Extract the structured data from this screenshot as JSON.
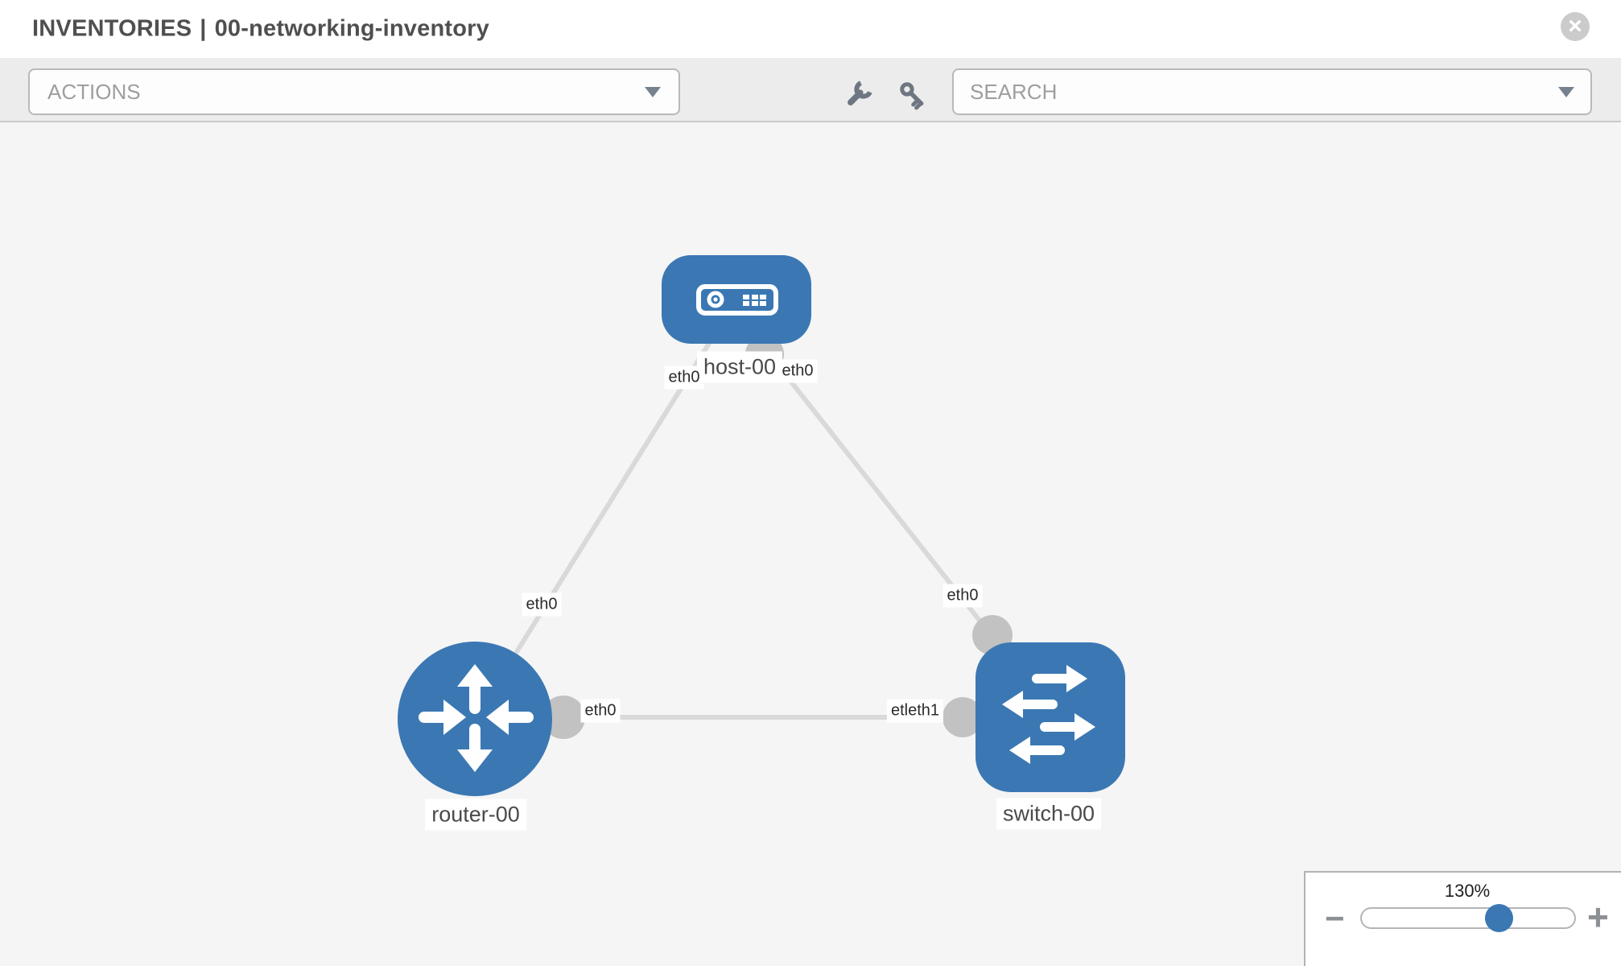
{
  "header": {
    "section": "INVENTORIES",
    "separator": "|",
    "inventory_name": "00-networking-inventory",
    "close_glyph": "×",
    "close_icon": "close-circle-icon"
  },
  "toolbar": {
    "actions": {
      "label": "ACTIONS",
      "icon": "chevron-down-icon"
    },
    "tools": [
      {
        "icon": "wrench-icon"
      },
      {
        "icon": "key-icon"
      }
    ],
    "search": {
      "placeholder": "SEARCH",
      "icon": "chevron-down-icon"
    }
  },
  "topology": {
    "nodes": [
      {
        "id": "host-00",
        "label": "host-00",
        "type": "host",
        "icon": "server-icon"
      },
      {
        "id": "router-00",
        "label": "router-00",
        "type": "router",
        "icon": "router-crossed-arrows-icon"
      },
      {
        "id": "switch-00",
        "label": "switch-00",
        "type": "switch",
        "icon": "switch-arrows-icon"
      }
    ],
    "links": [
      {
        "from": "host-00",
        "to": "router-00"
      },
      {
        "from": "host-00",
        "to": "switch-00"
      },
      {
        "from": "router-00",
        "to": "switch-00"
      }
    ],
    "interface_labels": [
      {
        "text": "eth0",
        "link": "host-router",
        "end": "host"
      },
      {
        "text": "eth0",
        "link": "host-switch",
        "end": "host"
      },
      {
        "text": "eth0",
        "link": "host-router",
        "end": "router"
      },
      {
        "text": "eth0",
        "link": "host-switch",
        "end": "switch"
      },
      {
        "text": "eth0",
        "link": "router-switch",
        "end": "router"
      },
      {
        "text": "etleth1",
        "link": "router-switch",
        "end": "switch"
      }
    ]
  },
  "zoom_control": {
    "value": "130%",
    "minus_glyph": "−",
    "plus_glyph": "+",
    "minus_icon": "minus-icon",
    "plus_icon": "plus-icon"
  },
  "colors": {
    "node_blue": "#3b78b3",
    "link_gray": "#d9d9d9",
    "port_gray": "#c2c2c2",
    "canvas_bg": "#f5f5f5",
    "toolbar_bg": "#ececec"
  }
}
